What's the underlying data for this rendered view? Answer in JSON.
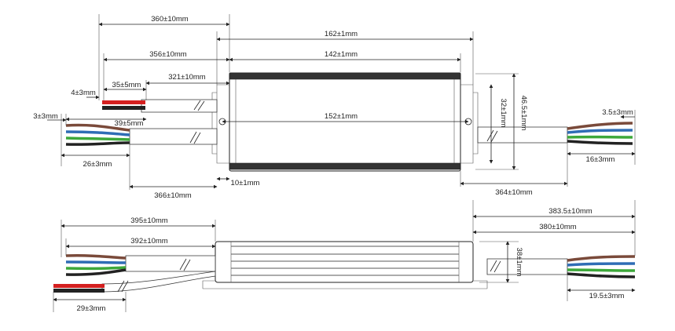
{
  "colors": {
    "brown": "#7a4a3a",
    "blue": "#2f6db5",
    "green": "#3da83a",
    "black": "#222222",
    "red": "#d42020",
    "line": "#222222"
  },
  "top_view": {
    "dims": {
      "d360": "360±10mm",
      "d162": "162±1mm",
      "d356": "356±10mm",
      "d142": "142±1mm",
      "d321": "321±10mm",
      "d4": "4±3mm",
      "d35": "35±5mm",
      "d3": "3±3mm",
      "d39": "39±5mm",
      "d152": "152±1mm",
      "d32": "32±1mm",
      "d465": "46.5±1mm",
      "d35r": "3.5±3mm",
      "d26": "26±3mm",
      "d16": "16±3mm",
      "d366": "366±10mm",
      "d10": "10±1mm",
      "d364": "364±10mm"
    }
  },
  "side_view": {
    "dims": {
      "d395": "395±10mm",
      "d3835": "383.5±10mm",
      "d392": "392±10mm",
      "d380": "380±10mm",
      "d38": "38±1mm",
      "d29": "29±3mm",
      "d195": "19.5±3mm"
    }
  }
}
